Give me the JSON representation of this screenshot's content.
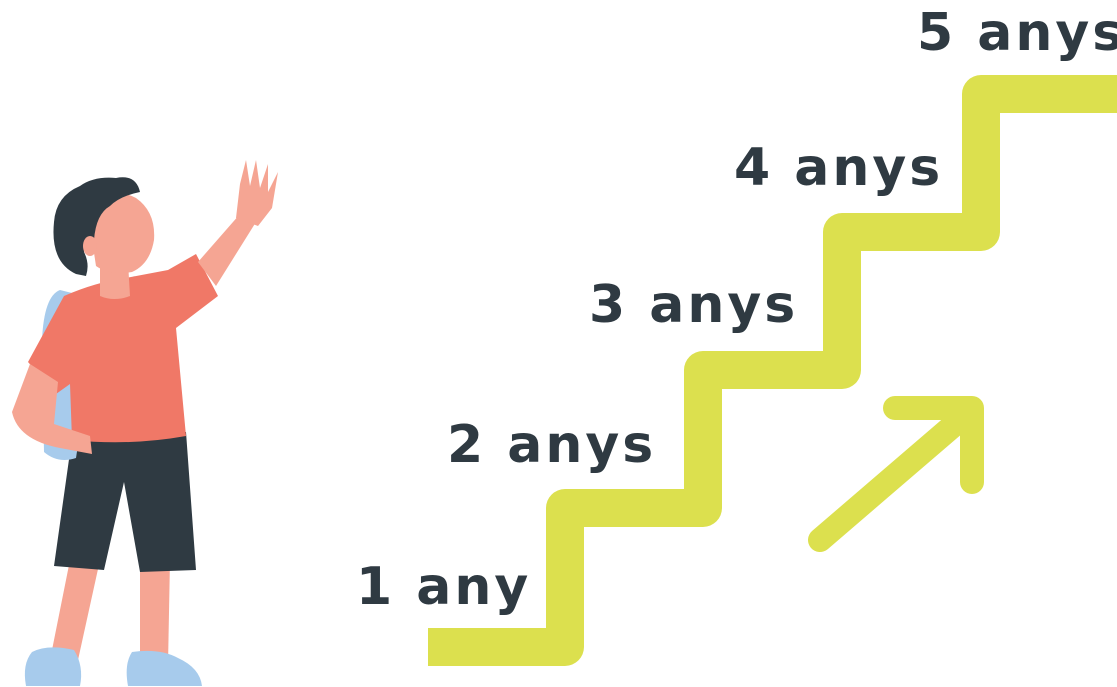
{
  "steps": [
    {
      "label": "1 any"
    },
    {
      "label": "2 anys"
    },
    {
      "label": "3 anys"
    },
    {
      "label": "4 anys"
    },
    {
      "label": "5 anys"
    }
  ],
  "colors": {
    "stairs": "#dce04e",
    "text": "#2f3a42",
    "skin": "#f5a593",
    "shirt": "#f07867",
    "shorts": "#2f3a42",
    "hair": "#2f3a42",
    "backpack": "#a7cbec",
    "shoes": "#a7cbec",
    "background": "#ffffff"
  },
  "icons": {
    "figure": "student-with-backpack-waving",
    "arrow": "up-right-arrow-icon"
  }
}
